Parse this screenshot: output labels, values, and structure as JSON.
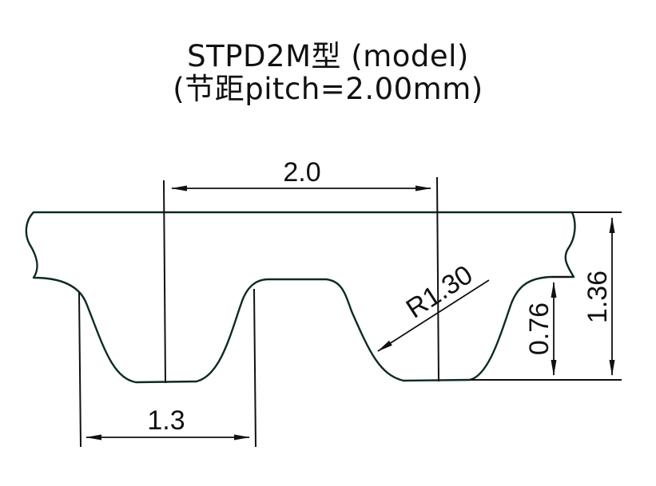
{
  "title": {
    "line1": "STPD2M型 (model)",
    "line2": "(节距pitch=2.00mm)"
  },
  "profile": {
    "name": "STPD2M",
    "pitch_mm": 2.0,
    "outline_color": "#0d2a24",
    "dimension_color": "#111111"
  },
  "dimensions": {
    "pitch": {
      "label": "2.0",
      "type": "horizontal"
    },
    "tooth_width": {
      "label": "1.3",
      "type": "horizontal"
    },
    "radius": {
      "label": "R1.30",
      "type": "radial-leader"
    },
    "tooth_height": {
      "label": "0.76",
      "type": "vertical"
    },
    "belt_height": {
      "label": "1.36",
      "type": "vertical"
    }
  }
}
